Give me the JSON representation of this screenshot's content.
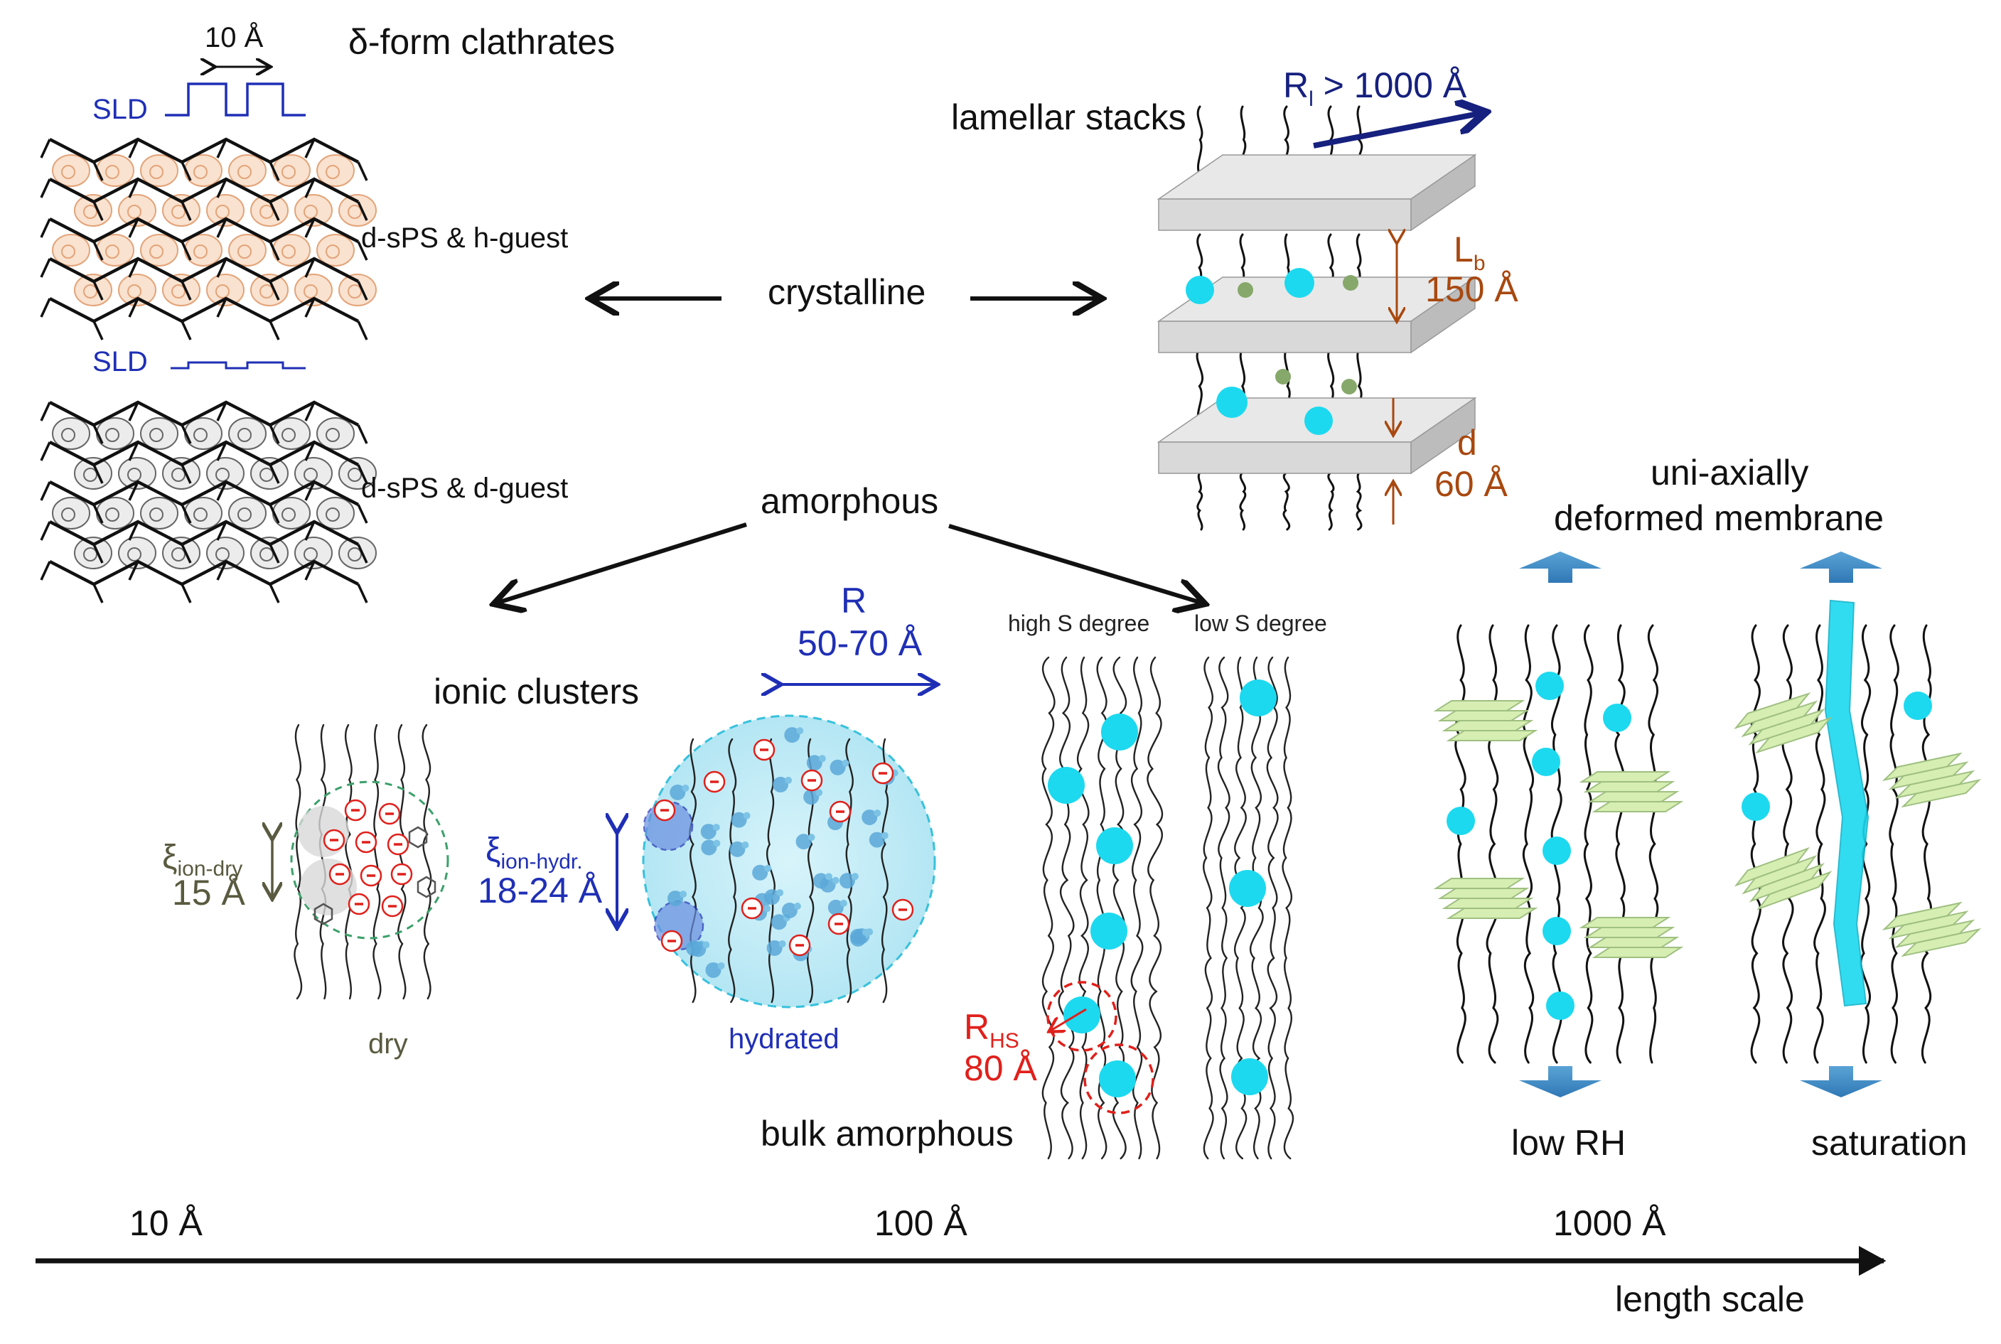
{
  "delta_form": {
    "title": "δ-form clathrates",
    "spacing": "10 Å",
    "sld_label_1": "SLD",
    "sld_label_2": "SLD",
    "sample_1": "d-sPS & h-guest",
    "sample_2": "d-sPS & d-guest"
  },
  "crystalline": {
    "label": "crystalline"
  },
  "amorphous": {
    "label": "amorphous"
  },
  "lamellar": {
    "title": "lamellar stacks",
    "rl_main": "R",
    "rl_sub": "l",
    "rl_value": " > 1000 Å",
    "lb_main": "L",
    "lb_sub": "b",
    "lb_value": "150 Å",
    "d_label": "d",
    "d_value": "60 Å"
  },
  "ionic": {
    "title": "ionic clusters",
    "r_label": "R",
    "r_value": "50-70 Å",
    "xi_dry_main": "ξ",
    "xi_dry_sub": "ion-dry",
    "xi_dry_value": "15 Å",
    "xi_hydr_main": "ξ",
    "xi_hydr_sub": "ion-hydr.",
    "xi_hydr_value": "18-24 Å",
    "dry_label": "dry",
    "hydrated_label": "hydrated"
  },
  "bulk": {
    "high_s": "high S degree",
    "low_s": "low S degree",
    "rhs_main": "R",
    "rhs_sub": "HS",
    "rhs_value": "80 Å",
    "title": "bulk amorphous"
  },
  "membrane": {
    "title_line1": "uni-axially",
    "title_line2": "deformed membrane",
    "low_rh": "low RH",
    "saturation": "saturation"
  },
  "axis": {
    "tick_10": "10 Å",
    "tick_100": "100 Å",
    "tick_1000": "1000 Å",
    "label": "length scale"
  },
  "colors": {
    "sld": "#1f2fb5",
    "lamellar_dim": "#a8480f",
    "rhs": "#e0201b",
    "bead": "#1cd9ef",
    "crystallite": "#d7eeb3",
    "strain_arrow": "#4a90c8"
  }
}
